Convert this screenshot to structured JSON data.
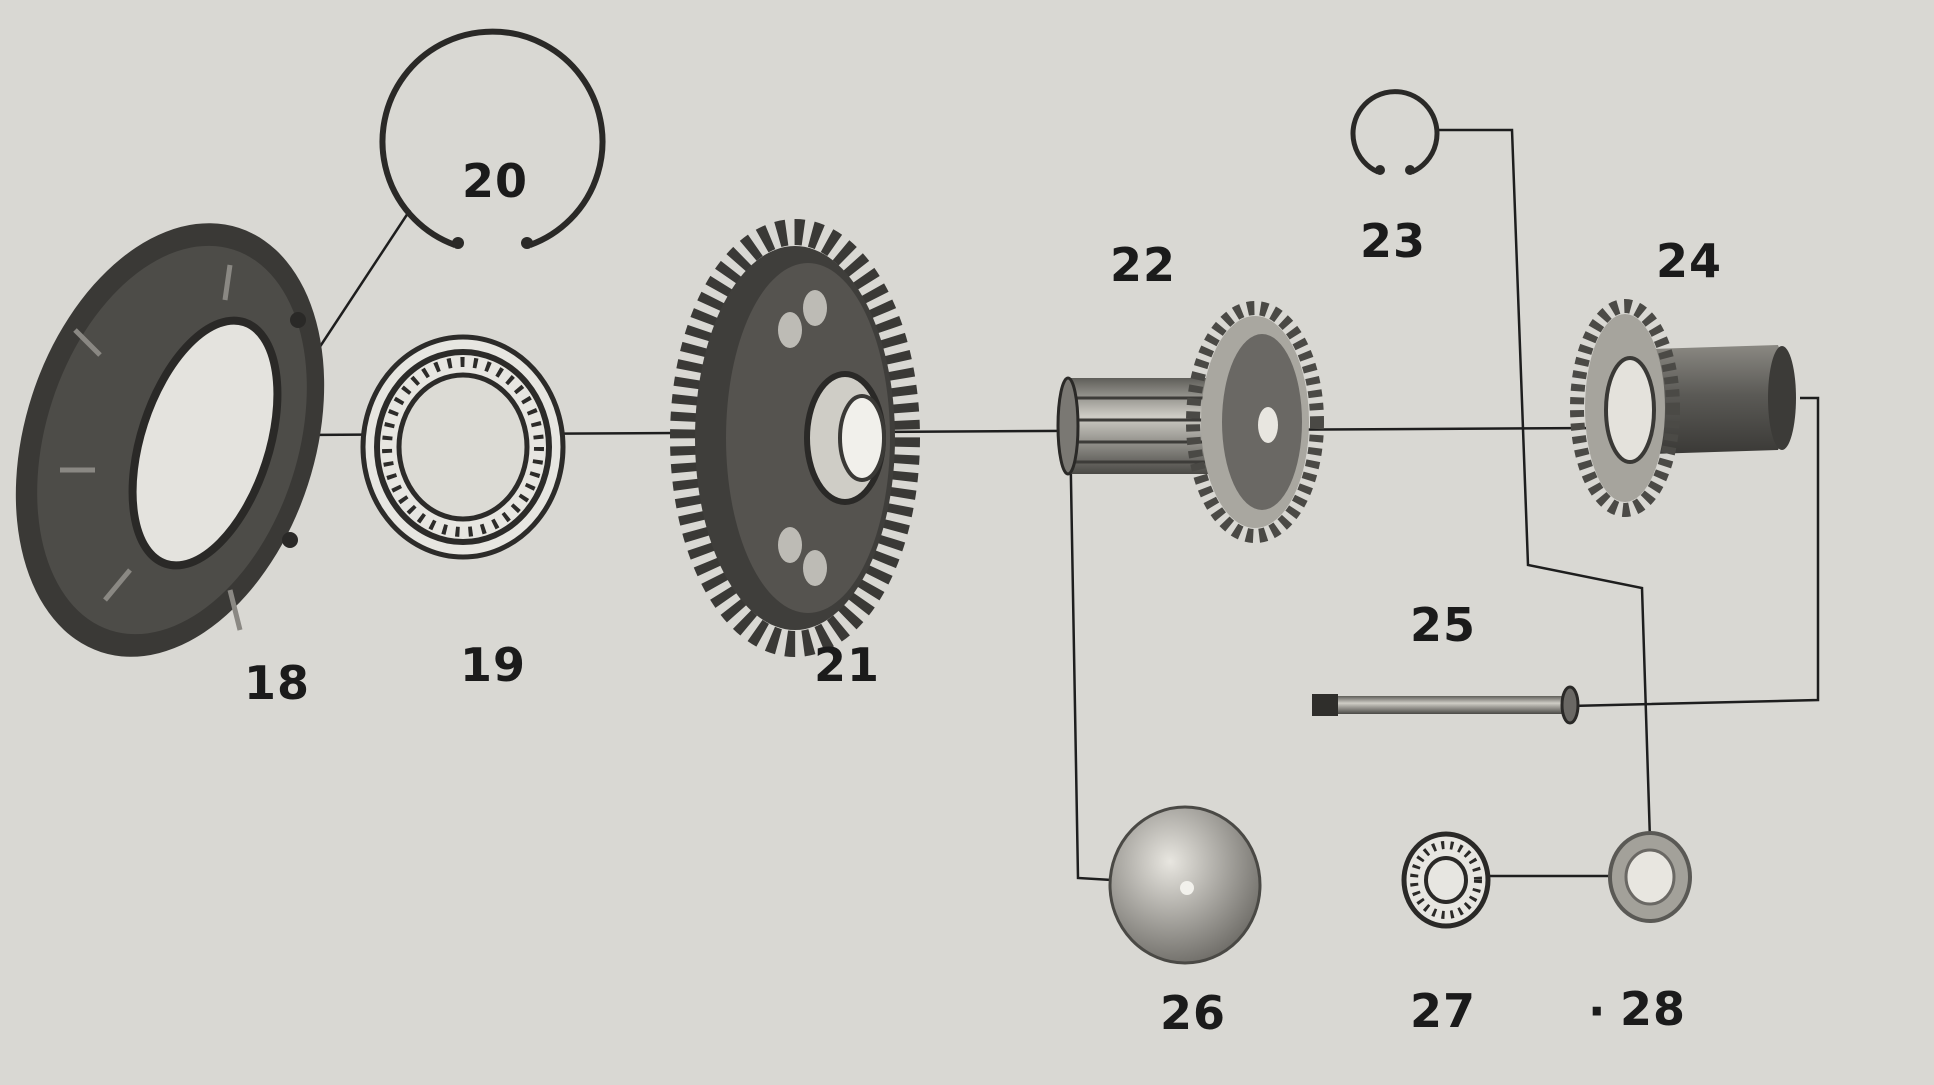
{
  "diagram": {
    "background_color": "#d9d8d3",
    "ink_color": "#1e1e1e",
    "parts": [
      {
        "id": "part-18",
        "label": "18",
        "icon": "bearing-cover-flange"
      },
      {
        "id": "part-19",
        "label": "19",
        "icon": "ball-bearing"
      },
      {
        "id": "part-20",
        "label": "20",
        "icon": "circlip-ring"
      },
      {
        "id": "part-21",
        "label": "21",
        "icon": "spur-gear"
      },
      {
        "id": "part-22",
        "label": "22",
        "icon": "splined-shaft-gear"
      },
      {
        "id": "part-23",
        "label": "23",
        "icon": "small-circlip"
      },
      {
        "id": "part-24",
        "label": "24",
        "icon": "gear-sleeve"
      },
      {
        "id": "part-25",
        "label": "25",
        "icon": "pin-shaft"
      },
      {
        "id": "part-26",
        "label": "26",
        "icon": "thrust-disc"
      },
      {
        "id": "part-27",
        "label": "27",
        "icon": "small-ball-bearing"
      },
      {
        "id": "part-28",
        "label": "28",
        "icon": "bushing-washer"
      }
    ],
    "label_28_prefix": "·"
  }
}
